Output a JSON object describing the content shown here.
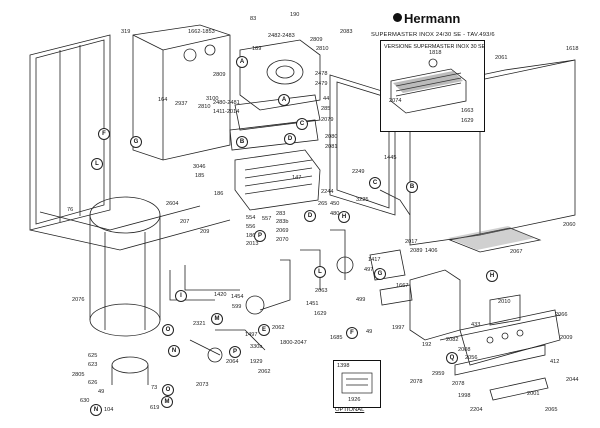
{
  "brand": {
    "name": "Hermann"
  },
  "model": "SUPERMASTER INOX 24/30 SE - TAV.493/6",
  "inset": {
    "title": "VERSIONE SUPERMASTER INOX 30 SE",
    "labels": [
      "1818",
      "2074",
      "1663",
      "1629"
    ]
  },
  "optional": {
    "label": "OPTIONAL",
    "labels": [
      "1398",
      "1926"
    ]
  },
  "part_labels": [
    "83",
    "190",
    "2809",
    "2810",
    "2083",
    "1662-1853",
    "319",
    "2482-2483",
    "189",
    "2478",
    "2479",
    "44",
    "285",
    "2079",
    "2080",
    "2081",
    "2061",
    "1618",
    "164",
    "2937",
    "2809",
    "3100",
    "2810",
    "2480-2481",
    "1411-2014",
    "1445",
    "3046",
    "185",
    "186",
    "147",
    "2249",
    "2244",
    "3225",
    "2604",
    "207",
    "209",
    "76",
    "554",
    "556",
    "1869",
    "2013",
    "557",
    "283",
    "283b",
    "2069",
    "2070",
    "265",
    "450",
    "480",
    "1417",
    "497",
    "2017",
    "2089",
    "1406",
    "1667",
    "2060",
    "2067",
    "1420",
    "1454",
    "599",
    "2321",
    "2062",
    "1451",
    "1629",
    "2063",
    "499",
    "1497",
    "1800-2047",
    "330a",
    "1685",
    "49",
    "1997",
    "192",
    "2082",
    "2010",
    "433",
    "2008",
    "2066",
    "2056",
    "2009",
    "412",
    "2044",
    "2078",
    "2959",
    "2078",
    "1998",
    "2001",
    "2204",
    "2065",
    "2076",
    "625",
    "623",
    "2805",
    "626",
    "49",
    "630",
    "104",
    "73",
    "2073",
    "619",
    "2064",
    "1929",
    "2062"
  ],
  "callouts": [
    "A",
    "A",
    "B",
    "B",
    "C",
    "C",
    "D",
    "D",
    "E",
    "F",
    "F",
    "G",
    "G",
    "H",
    "H",
    "I",
    "L",
    "L",
    "M",
    "M",
    "N",
    "N",
    "O",
    "O",
    "P",
    "P",
    "Q"
  ]
}
